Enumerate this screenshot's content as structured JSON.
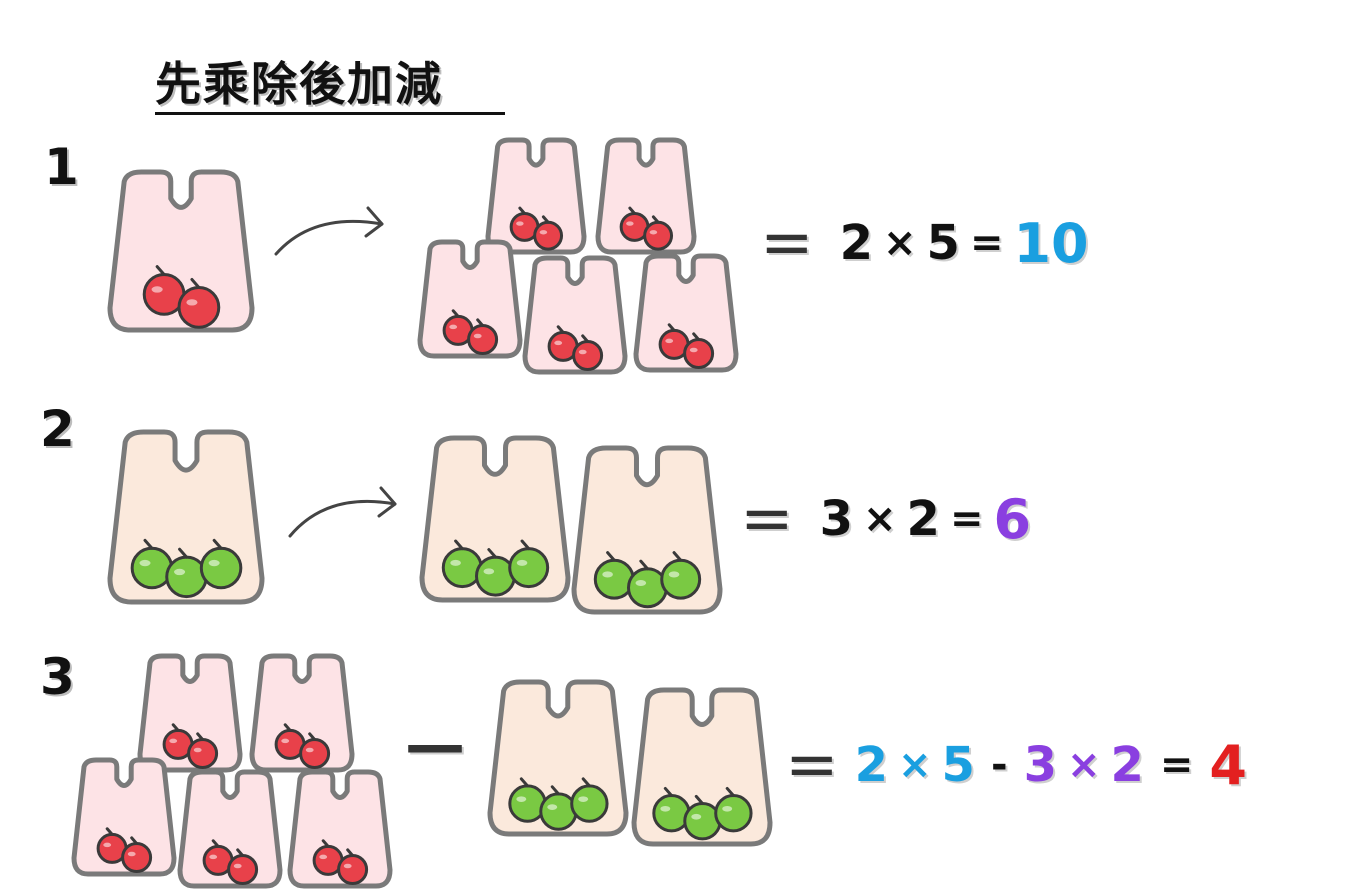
{
  "title": "先乘除後加減",
  "colors": {
    "blue": "#1a9fe0",
    "purple": "#8a3fe0",
    "red": "#e32020",
    "pink_bag": "#fde3e6",
    "cream_bag": "#fbe9dc",
    "outline": "#7a7a7a",
    "red_apple": "#e8414a",
    "green_apple": "#7ac943"
  },
  "rows": [
    {
      "number": "1",
      "equation": {
        "a": "2",
        "op": "×",
        "b": "5",
        "eq": "=",
        "result": "10"
      }
    },
    {
      "number": "2",
      "equation": {
        "a": "3",
        "op": "×",
        "b": "2",
        "eq": "=",
        "result": "6"
      }
    },
    {
      "number": "3",
      "minus": "—",
      "equation": {
        "a": "2",
        "op1": "×",
        "b": "5",
        "minus": "-",
        "c": "3",
        "op2": "×",
        "d": "2",
        "eq": "=",
        "result": "4"
      }
    }
  ],
  "equals_big": "="
}
